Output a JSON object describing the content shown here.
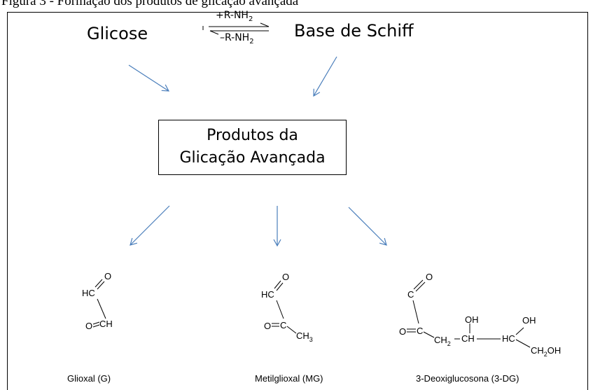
{
  "caption_partial": "Figura 3 - Formação dos produtos de glicação avançada",
  "reactant": "Glicose",
  "product": "Base de Schiff",
  "equilibrium": {
    "forward": "+R-NH",
    "forward_sub": "2",
    "reverse": "–R-NH",
    "reverse_sub": "2"
  },
  "center_box": {
    "line1": "Produtos da",
    "line2": "Glicação Avançada"
  },
  "compounds": [
    {
      "name": "Glioxal (G)"
    },
    {
      "name": "Metilglioxal (MG)"
    },
    {
      "name": "3-Deoxiglucosona (3-DG)"
    }
  ],
  "chem_text": {
    "glioxal_top": "HC",
    "glioxal_o_top": "O",
    "glioxal_bottom": "O",
    "glioxal_bottom_ch": "CH",
    "mg_top": "HC",
    "mg_o_top": "O",
    "mg_o": "O",
    "mg_c": "C",
    "mg_ch": "CH",
    "mg_ch_sub": "3",
    "dg_o1": "O",
    "dg_c1": "C",
    "dg_o2": "O",
    "dg_c2": "C",
    "dg_ch2a": "CH",
    "dg_ch2a_sub": "2",
    "dg_ch": "CH",
    "dg_oh1": "OH",
    "dg_hc": "HC",
    "dg_oh2": "OH",
    "dg_ch2b": "CH",
    "dg_ch2b_sub": "2",
    "dg_oh3": "OH"
  },
  "colors": {
    "arrow": "#4a7ebb",
    "line": "#000000"
  }
}
